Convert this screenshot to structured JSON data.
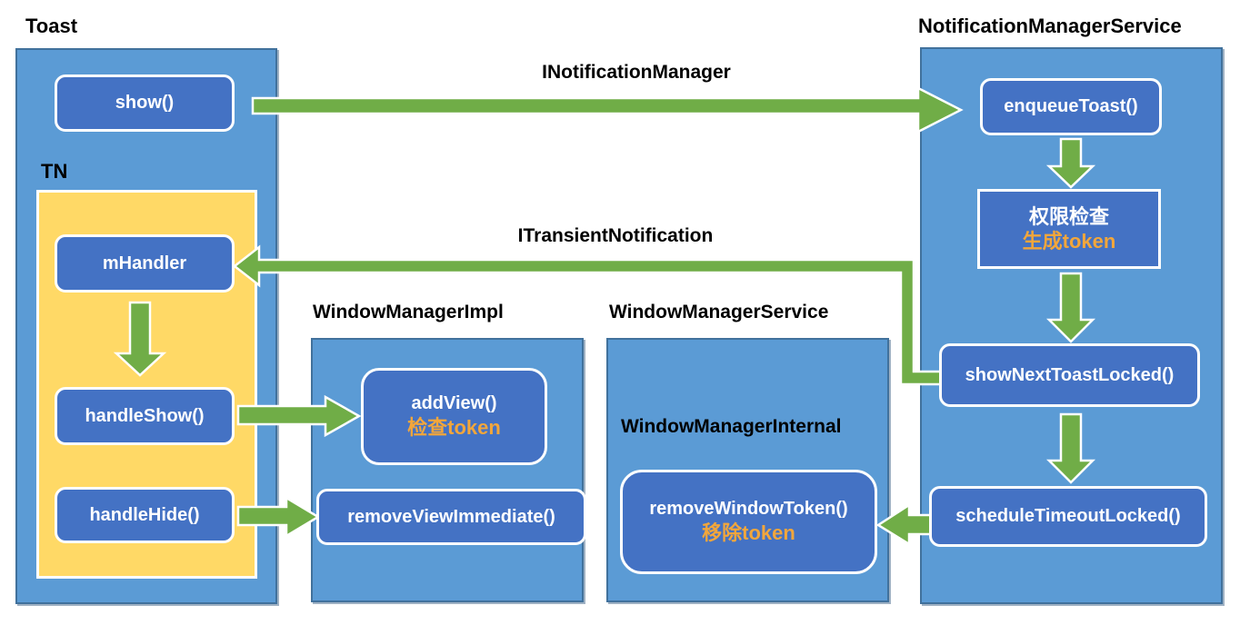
{
  "colors": {
    "container_fill": "#5B9BD5",
    "container_border": "#41719C",
    "node_fill": "#4472C4",
    "node_border": "#FFFFFF",
    "node_text": "#FFFFFF",
    "group_fill": "#FFD966",
    "arrow_green": "#70AD47",
    "accent_orange": "#F2A63B",
    "title_text": "#000000"
  },
  "containers": {
    "toast": {
      "title": "Toast"
    },
    "notification_manager_service": {
      "title": "NotificationManagerService"
    },
    "window_manager_impl": {
      "title": "WindowManagerImpl"
    },
    "window_manager_service": {
      "title": "WindowManagerService"
    }
  },
  "groups": {
    "tn": {
      "title": "TN"
    },
    "window_manager_internal": {
      "title": "WindowManagerInternal"
    }
  },
  "nodes": {
    "show": {
      "label": "show()"
    },
    "mhandler": {
      "label": "mHandler"
    },
    "handle_show": {
      "label": "handleShow()"
    },
    "handle_hide": {
      "label": "handleHide()"
    },
    "enqueue_toast": {
      "label": "enqueueToast()"
    },
    "permission_check": {
      "line1": "权限检查",
      "line2": "生成token"
    },
    "show_next_toast_locked": {
      "label": "showNextToastLocked()"
    },
    "schedule_timeout_locked": {
      "label": "scheduleTimeoutLocked()"
    },
    "add_view": {
      "line1": "addView()",
      "line2": "检查token"
    },
    "remove_view_immediate": {
      "label": "removeViewImmediate()"
    },
    "remove_window_token": {
      "line1": "removeWindowToken()",
      "line2": "移除token"
    }
  },
  "edges": {
    "inotification_manager": {
      "label": "INotificationManager"
    },
    "itransient_notification": {
      "label": "ITransientNotification"
    }
  }
}
